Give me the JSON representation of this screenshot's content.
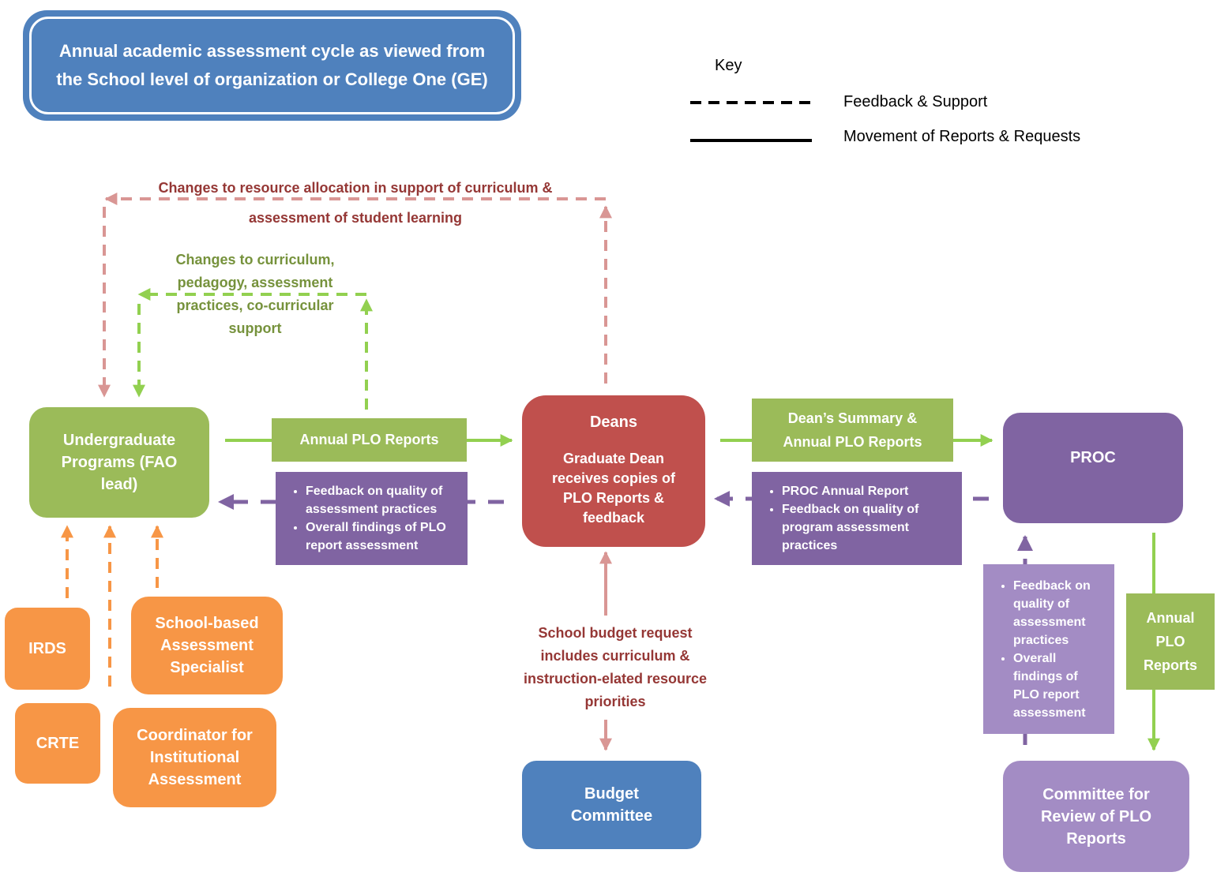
{
  "title": "Annual academic assessment cycle as viewed from the School level of organization or College One (GE)",
  "key": {
    "heading": "Key",
    "feedback": "Feedback & Support",
    "movement": "Movement of Reports & Requests"
  },
  "nodes": {
    "undergrad": "Undergraduate Programs (FAO lead)",
    "deans_title": "Deans",
    "deans_sub": "Graduate Dean receives copies of PLO Reports & feedback",
    "proc": "PROC",
    "irds": "IRDS",
    "crte": "CRTE",
    "specialist": "School-based Assessment Specialist",
    "coordinator": "Coordinator for Institutional Assessment",
    "budget": "Budget Committee",
    "committee": "Committee for Review of PLO Reports"
  },
  "labels": {
    "resource": "Changes to resource allocation in support of curriculum & assessment of student learning",
    "curriculum": "Changes to curriculum, pedagogy, assessment practices, co-curricular support",
    "annual_plo": "Annual PLO Reports",
    "dean_summary": "Dean’s Summary & Annual PLO Reports",
    "budget_request": "School budget request includes curriculum & instruction-elated resource priorities",
    "annual_plo_vertical": "Annual PLO Reports"
  },
  "bullet_lists": {
    "deans_feedback": [
      "Feedback on quality of assessment practices",
      "Overall findings of PLO report assessment"
    ],
    "proc_feedback": [
      "PROC Annual Report",
      "Feedback on quality of program assessment practices"
    ],
    "committee_feedback": [
      "Feedback on quality of assessment practices",
      "Overall findings of PLO report assessment"
    ]
  },
  "colors": {
    "green": "#9bbb59",
    "red": "#c0504d",
    "purple": "#8064a2",
    "light_purple": "#a38cc4",
    "orange": "#f79646",
    "blue": "#4f81bd",
    "pink": "#d99694",
    "dark_red_text": "#953735",
    "dark_green_text": "#76923c"
  }
}
